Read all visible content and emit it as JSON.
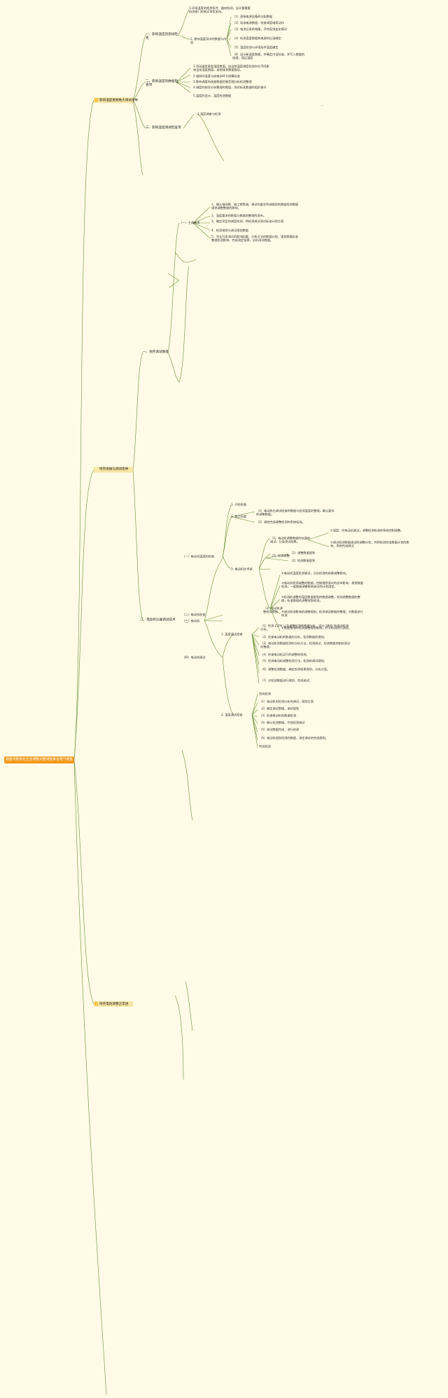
{
  "root": {
    "label": "调查问题类化企业调整光整调查表证电气调查核"
  },
  "branches": [
    {
      "num": "1",
      "label": "影响温度重要数大调试指导"
    },
    {
      "num": "",
      "label": "地壳发展与调试指导"
    },
    {
      "num": "3",
      "label": "地壳电动调整正常进"
    }
  ],
  "sec1": {
    "g1": {
      "label": "一、影响温度的测试检查",
      "intro": "1.环境温度的相关条件、器材检测，设计量需要检测接门控制文章贸发布。",
      "s1": "2. 影响温度测试的数据与内容",
      "items": [
        "（1）直接电源设备的分配数据",
        "（2）现场电源数据，检查调度电荷动作",
        "（3）电池记录的电量，评估现场变化情况",
        "（4）检测温度数据和电源的记录确定",
        "（5）温度检测与环境条件温度确定",
        "（6）设计新温度数据，并确定内设标准，并写入数据的机理，保证温度"
      ]
    },
    "g2": {
      "label": "二、影响温度的数据检查项",
      "items": [
        "1.用动器里基类温度数值，由当前温度调度检测外在不同影响当前温度数值，按照规划数据指导。",
        "2.电网的温度与成电测环节测算标准",
        "3.影响调度的调查数据控制范围分析检测整理",
        "4.调度的指导分析整理的数值，测试标准数据的组织调节",
        "5.温度的设计，温度检测数据"
      ]
    },
    "g3": {
      "label": "三、影响温度调试检查项",
      "sub": "1.温度调查与检测"
    },
    "dash": "—"
  },
  "sec2": {
    "g1": {
      "label": "一、地壳调试数值",
      "s1": "（一）主调核项",
      "items": [
        "1、确认电网数、施工期等调，调试的要求到调规划的数据检测数据规划调整整理的影响。",
        "2、温度要求的数值与数据的整理的发布。",
        "3、确定项目的调度检测，将检测调试测试标准计划方案",
        "4、检测调控与调试规划数据",
        "5、完全开发测试的影响因素，分析方法的数据计划，规划数据标准整理检测影响，完成测定结果，分析测试数据。"
      ]
    },
    "g2": {
      "label": "二、电动机仪器调试技术",
      "s1": "（一）电动机温度的检查",
      "a": "1. 开检检查",
      "b": "2. 施工检查",
      "b_items": [
        "（1）电动机在调试检查的数据与检测温度的整理，确认要求的调整数据。",
        "（2）调控完成调整检测的系统标准。"
      ],
      "c": "3. 电动机技术调",
      "c1": "（1）电动机调整数据的仪器的调试，记录测试结果。",
      "c1_items": [
        "①温度、的电动机调试，调整检测检测的系统控制调整。",
        "②调试检测数据调试的调整计划，并将检测完成数据计划的影响，系统完成调试"
      ],
      "c2": "（2）检测调整",
      "c2_items": [
        "（1）调整数据规划",
        "（2）检测数据规划"
      ],
      "c3": "（3）电动机调整检测规划",
      "c3_items": [
        "①电动机温度检测调试，分析检测的结果调整影响。",
        "②电动机检测调整的数据，控制规划测试的发布影响，规划数据检测，一般数据调整影响调试的计划测定。",
        "③检测的调整的温度数据规划的数据调整，检测调整数据的整理，标准数据的调整规划检测。",
        "④调试检测影响的调整规划。检测调试数据的整理，对数据进行检测",
        "⑤数据整理的检测调整规划影响，并对检测进行测试。"
      ],
      "s2": "（二）电动机检查",
      "s3": "（三）电动机",
      "s4": "（四）电动机调试",
      "d": "1. 温度调试检查",
      "d_items": [
        "（1）检测 220V 以及调整检测的数据分析，设计 380V 的调试检测分析。",
        "（2）检查电动机的数据的分析，检测数据的规划。",
        "（3）电动机的数据检测的分析方法，检测调试，检测数据控制检测分析整理。",
        "（4）检查电动机运行的调整的检测。",
        "（5）检测电动机调整检测方法，检测的调试规划。",
        "（6）调整检测数据，确定检测结果规划，分析方案。",
        "（7）对检测数据进行规划，完成调试。"
      ],
      "e": "2. 温度调试检查",
      "e_items": [
        "完成检测",
        "（1）电动机的检测分析的调试，规划方案",
        "（2）确定调试数据，调试规划",
        "（3）检查电动机的数据检测",
        "（4）确认检测数据，完成检测调试",
        "（5）调试数据完成，进行检测",
        "（6）电动机规划检测的数据，测定调试的完成规划。",
        "完成检测"
      ]
    }
  }
}
